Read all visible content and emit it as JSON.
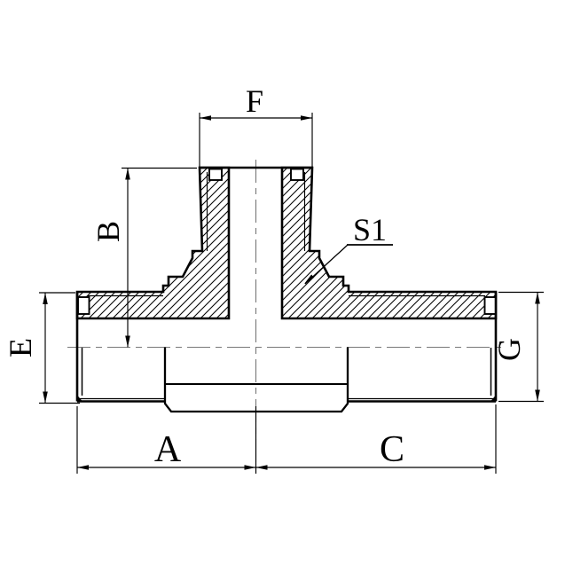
{
  "drawing": {
    "type": "technical-section-drawing",
    "subject": "male-branch-tee-fitting-cross-section",
    "background": "#ffffff",
    "line_color": "#000000",
    "centerline_color": "#787878",
    "labels": {
      "branch_thread_width": "F",
      "branch_height": "B",
      "wrench_size_callout": "S1",
      "left_thread_od": "E",
      "right_thread_od": "G",
      "left_end_length": "A",
      "right_end_length": "C"
    }
  }
}
